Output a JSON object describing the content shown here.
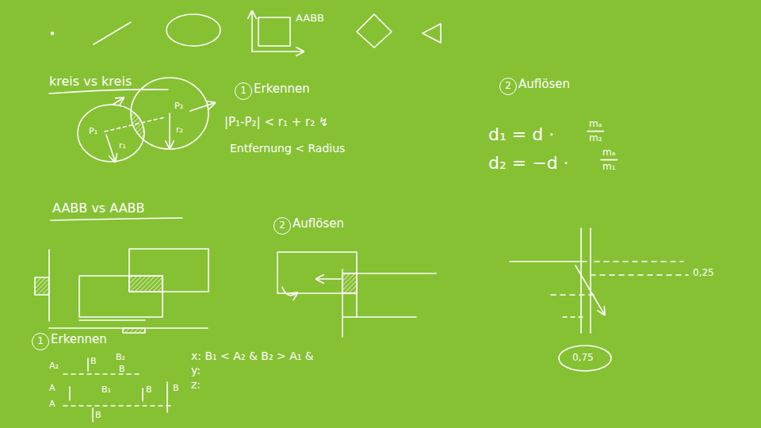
{
  "diagram": {
    "labels": [
      "AABB",
      "kreis vs kreis",
      "1",
      "Erkennen",
      "|P₁-P₂| < r₁ + r₂ ↯",
      "Entfernung < Radius",
      "P₁",
      "r₁",
      "P₂",
      "r₂",
      "2",
      "Auflösen",
      "d₁ = d ·",
      "mₐ",
      "m₂",
      "d₂ = −d ·",
      "mₐ",
      "m₁",
      "AABB vs AABB",
      "2",
      "Auflösen",
      "0,25",
      "0,75",
      "1",
      "Erkennen",
      "A₂",
      "A",
      "A",
      "B",
      "B₂",
      "B",
      "B₁",
      "B",
      "B",
      "B",
      "x: B₁ < A₂ & B₂ > A₁ &",
      "y:",
      "z:"
    ]
  }
}
